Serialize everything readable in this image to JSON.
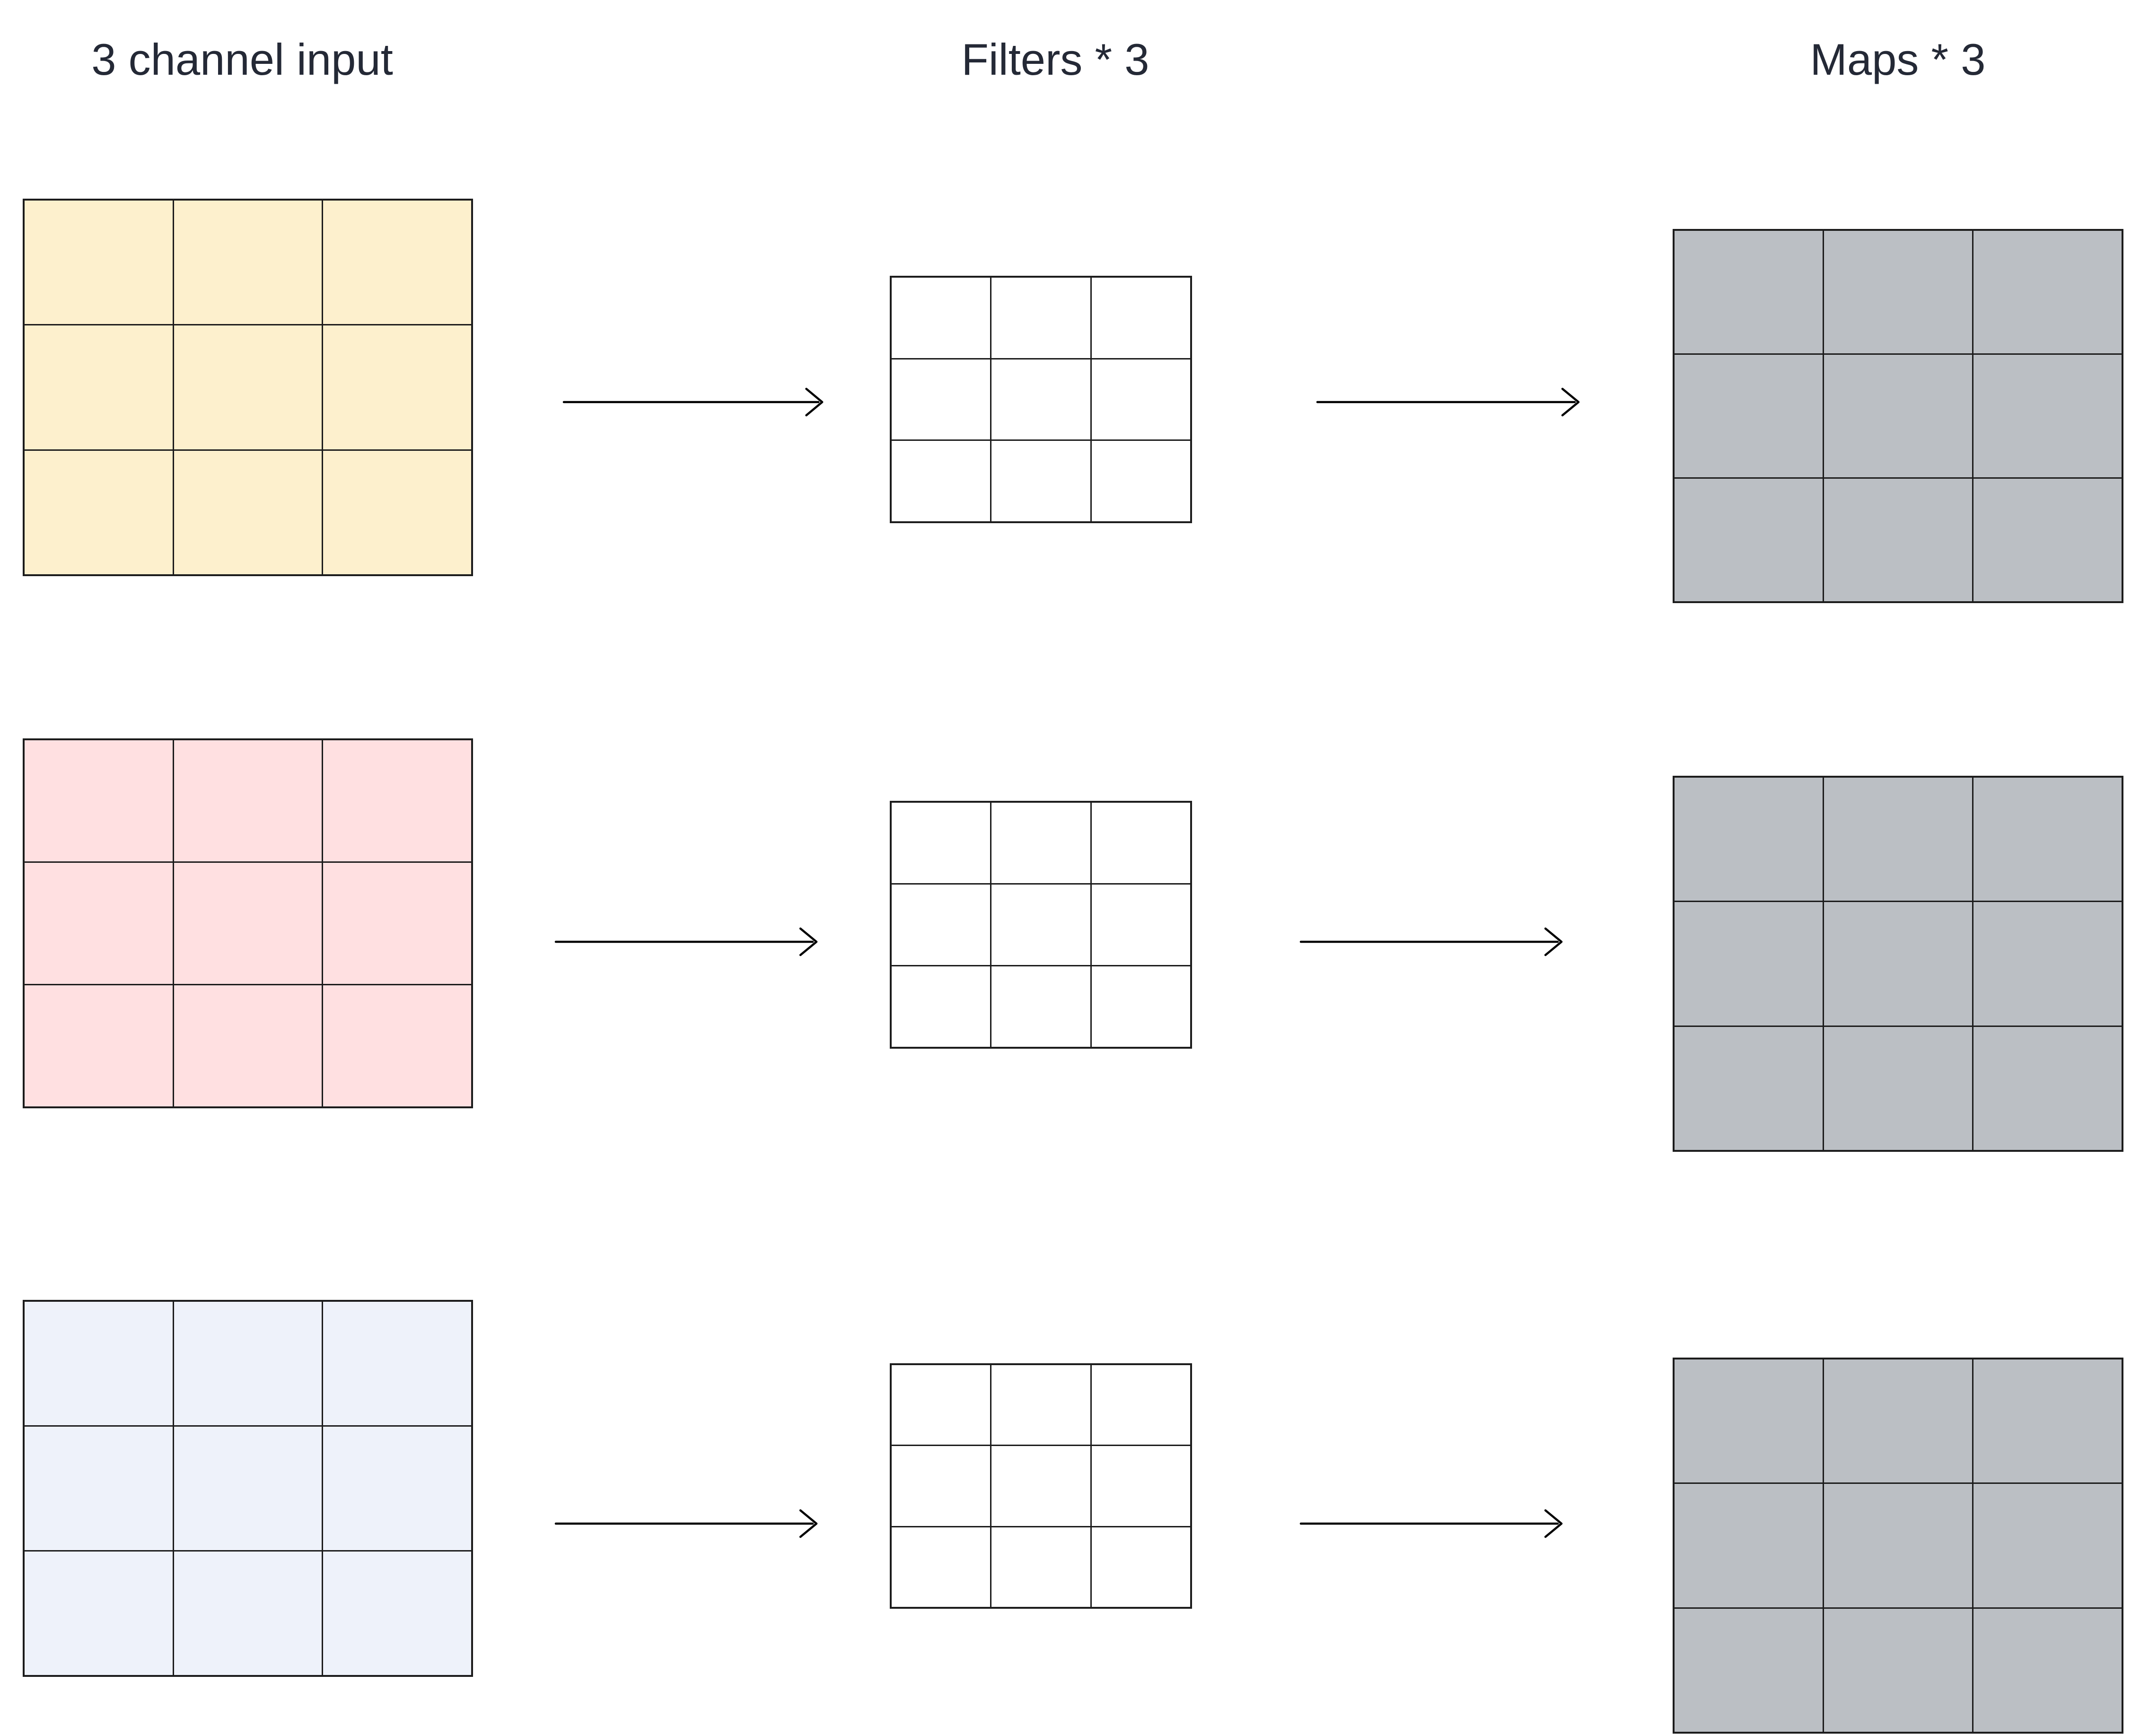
{
  "titles": {
    "input": "3 channel input",
    "filters": "Filters * 3",
    "maps": "Maps * 3"
  },
  "colors": {
    "input_fills": [
      "#FDF0CD",
      "#FFE0E1",
      "#EEF2FA"
    ],
    "filter_fill": "#FFFFFF",
    "map_fill": "#BBBFC4",
    "grid_line": "#1C1C1C",
    "arrow": "#000000",
    "title_text": "#242936",
    "background": "#FFFFFF"
  },
  "structure": {
    "row_count": 3,
    "cells_per_grid": "3x3",
    "flow": [
      "input channel",
      "filter",
      "map"
    ]
  }
}
